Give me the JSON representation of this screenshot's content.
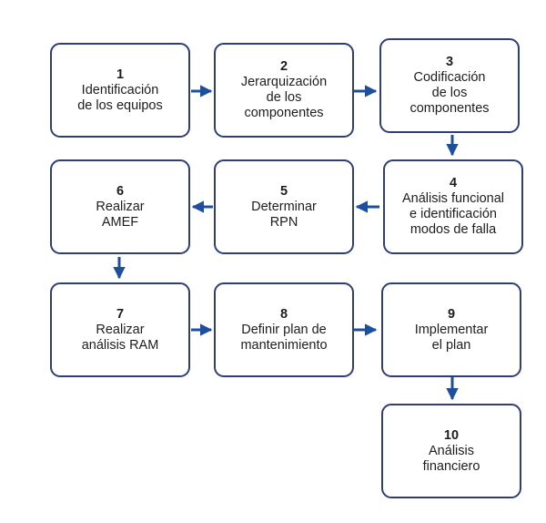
{
  "colors": {
    "border": "#2f3d78",
    "arrow": "#1e4f9e",
    "text": "#1d1d1d"
  },
  "steps": [
    {
      "number": "1",
      "label": "Identificación\nde los equipos"
    },
    {
      "number": "2",
      "label": "Jerarquización\nde los\ncomponentes"
    },
    {
      "number": "3",
      "label": "Codificación\nde los\ncomponentes"
    },
    {
      "number": "4",
      "label": "Análisis funcional\ne identificación\nmodos de falla"
    },
    {
      "number": "5",
      "label": "Determinar\nRPN"
    },
    {
      "number": "6",
      "label": "Realizar\nAMEF"
    },
    {
      "number": "7",
      "label": "Realizar\nanálisis RAM"
    },
    {
      "number": "8",
      "label": "Definir plan de\nmantenimiento"
    },
    {
      "number": "9",
      "label": "Implementar\nel plan"
    },
    {
      "number": "10",
      "label": "Análisis\nfinanciero"
    }
  ],
  "arrows": [
    {
      "from": "1",
      "to": "2"
    },
    {
      "from": "2",
      "to": "3"
    },
    {
      "from": "3",
      "to": "4"
    },
    {
      "from": "4",
      "to": "5"
    },
    {
      "from": "5",
      "to": "6"
    },
    {
      "from": "6",
      "to": "7"
    },
    {
      "from": "7",
      "to": "8"
    },
    {
      "from": "8",
      "to": "9"
    },
    {
      "from": "9",
      "to": "10"
    }
  ]
}
